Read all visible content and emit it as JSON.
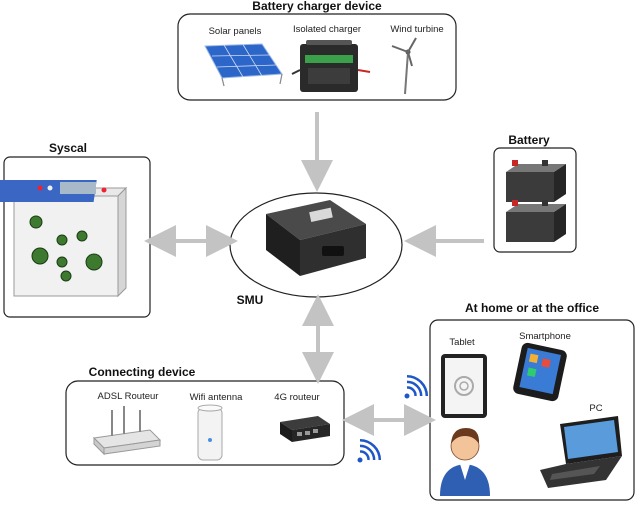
{
  "charger": {
    "title": "Battery charger device",
    "items": [
      "Solar panels",
      "Isolated charger",
      "Wind turbine"
    ]
  },
  "syscal": {
    "title": "Syscal"
  },
  "battery": {
    "title": "Battery"
  },
  "smu": {
    "label": "SMU"
  },
  "connecting": {
    "title": "Connecting device",
    "items": [
      "ADSL Routeur",
      "Wifi antenna",
      "4G routeur"
    ]
  },
  "home": {
    "title": "At home or at the office",
    "items": [
      "Tablet",
      "Smartphone",
      "PC"
    ]
  },
  "colors": {
    "arrow": "#c3c3c3",
    "wifi": "#1f57c8",
    "panel": "#2d66c9",
    "device": "#2a2a2a"
  },
  "icons": [
    "solar-panel-icon",
    "charger-icon",
    "wind-turbine-icon",
    "syscal-device-icon",
    "battery-icon",
    "smu-device-icon",
    "router-icon",
    "wifi-antenna-icon",
    "4g-router-icon",
    "tablet-icon",
    "smartphone-icon",
    "laptop-icon",
    "user-icon",
    "wifi-signal-icon"
  ]
}
